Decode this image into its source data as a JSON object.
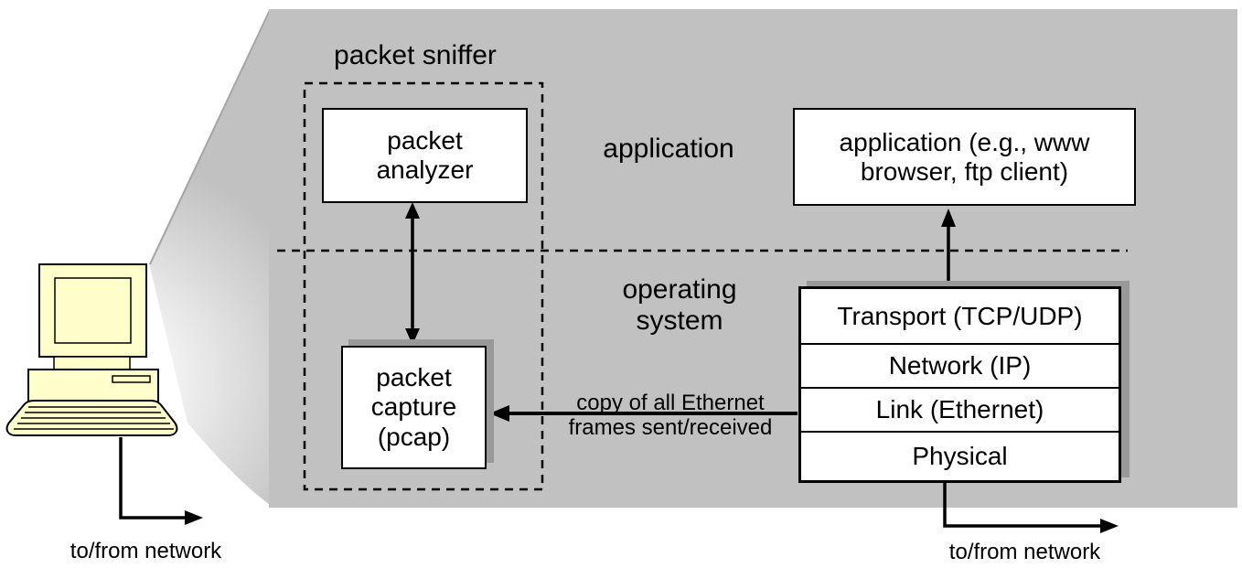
{
  "title": "packet sniffer structure diagram",
  "colors": {
    "panel_gray": "#c1c1c1",
    "shadow_gray": "#999999",
    "computer_fill": "#ffffcc",
    "line_black": "#000000"
  },
  "labels": {
    "packet_sniffer": "packet sniffer",
    "application_layer": "application",
    "operating_system": "operating system",
    "copy_arrow_line1": "copy of all Ethernet",
    "copy_arrow_line2": "frames sent/received",
    "to_from_network_left": "to/from network",
    "to_from_network_right": "to/from network"
  },
  "boxes": {
    "packet_analyzer": "packet analyzer",
    "packet_capture": "packet capture (pcap)",
    "application": "application (e.g., www browser, ftp client)"
  },
  "protocol_stack": {
    "layers": [
      "Transport (TCP/UDP)",
      "Network (IP)",
      "Link (Ethernet)",
      "Physical"
    ]
  }
}
